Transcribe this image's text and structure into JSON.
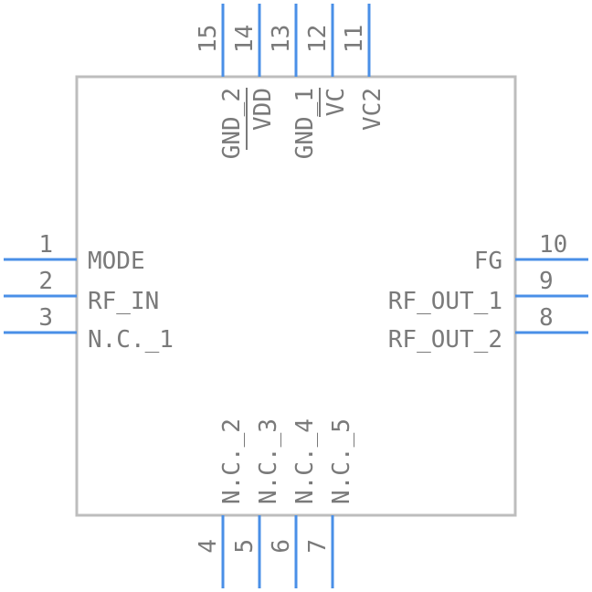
{
  "component": {
    "pins": [
      {
        "number": "1",
        "name": "MODE"
      },
      {
        "number": "2",
        "name": "RF_IN"
      },
      {
        "number": "3",
        "name": "N.C._1"
      },
      {
        "number": "4",
        "name": "N.C._2"
      },
      {
        "number": "5",
        "name": "N.C._3"
      },
      {
        "number": "6",
        "name": "N.C._4"
      },
      {
        "number": "7",
        "name": "N.C._5"
      },
      {
        "number": "8",
        "name": "RF_OUT_2"
      },
      {
        "number": "9",
        "name": "RF_OUT_1"
      },
      {
        "number": "10",
        "name": "FG"
      },
      {
        "number": "11",
        "name": "VC2"
      },
      {
        "number": "12",
        "name": "VC"
      },
      {
        "number": "13",
        "name": "GND_1"
      },
      {
        "number": "14",
        "name": "VDD"
      },
      {
        "number": "15",
        "name": "GND_2"
      }
    ],
    "active_low_pins": [
      "12",
      "14"
    ]
  },
  "colors": {
    "pin": "#4a8fe7",
    "body": "#bdbdbd",
    "text": "#7a7a7a"
  }
}
